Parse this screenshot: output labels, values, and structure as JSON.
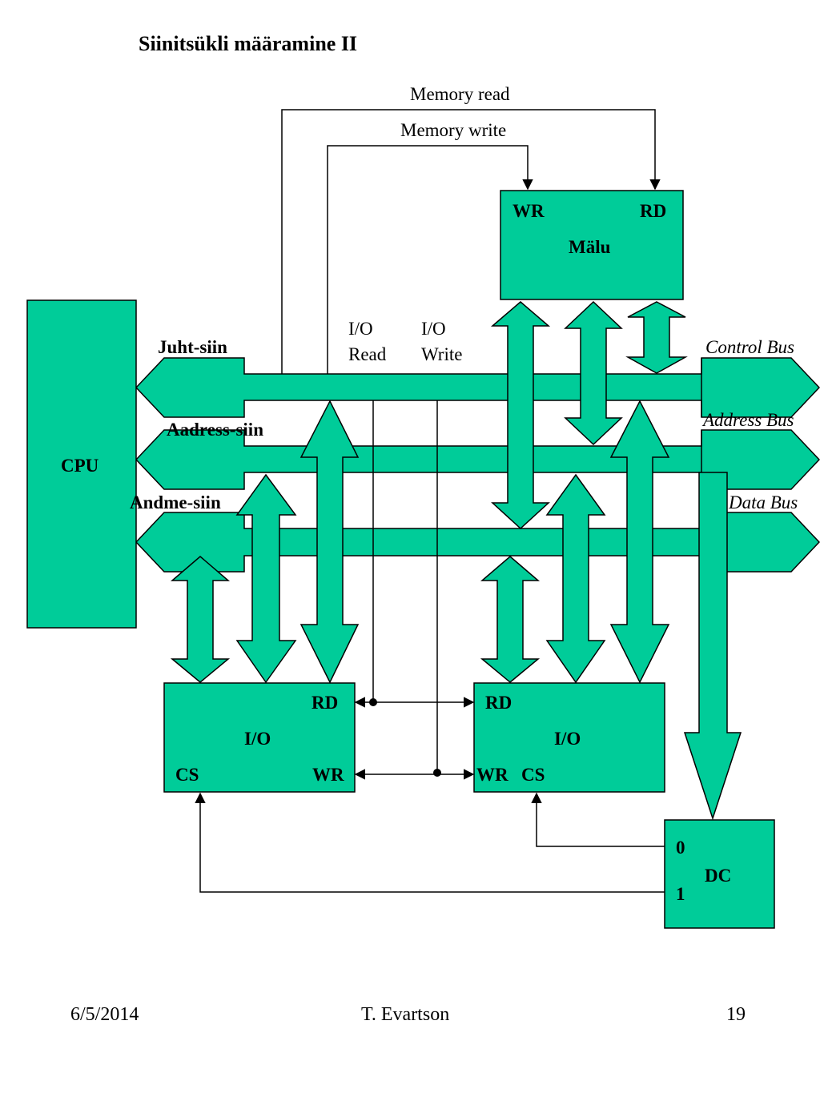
{
  "title": "Siinitsükli määramine II",
  "footer": {
    "date": "6/5/2014",
    "author": "T. Evartson",
    "page": "19"
  },
  "colors": {
    "block": "#00CC99",
    "stroke": "#000000"
  },
  "diagram": {
    "cpu": "CPU",
    "memory": {
      "name": "Mälu",
      "wr": "WR",
      "rd": "RD"
    },
    "buses": {
      "control_est": "Juht-siin",
      "address_est": "Aadress-siin",
      "data_est": "Andme-siin",
      "control_en": "Control Bus",
      "address_en": "Address Bus",
      "data_en": "Data Bus"
    },
    "signals": {
      "mem_read": "Memory read",
      "mem_write": "Memory write",
      "io_read_1": "I/O",
      "io_read_2": "Read",
      "io_write_1": "I/O",
      "io_write_2": "Write"
    },
    "io_left": {
      "name": "I/O",
      "rd": "RD",
      "wr": "WR",
      "cs": "CS"
    },
    "io_right": {
      "name": "I/O",
      "rd": "RD",
      "wr": "WR",
      "cs": "CS"
    },
    "decoder": {
      "name": "DC",
      "out0": "0",
      "out1": "1"
    }
  }
}
